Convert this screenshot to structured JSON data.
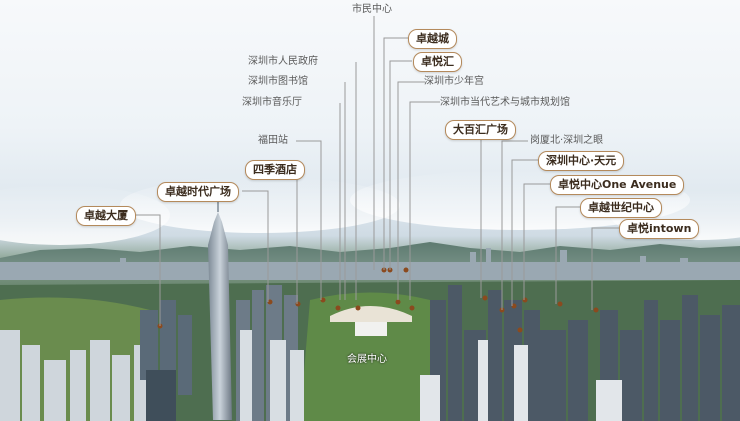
{
  "labels": {
    "civic_center": "市民中心",
    "zhuoyue_city": "卓越城",
    "gov_building": "深圳市人民政府",
    "zhuoyue_hui": "卓悦汇",
    "library": "深圳市图书馆",
    "youth_palace": "深圳市少年宫",
    "concert_hall": "深圳市音乐厅",
    "moca": "深圳市当代艺术与城市规划馆",
    "baibaihui": "大百汇广场",
    "futian_station": "福田站",
    "gangxia_north": "岗厦北·深圳之眼",
    "four_seasons": "四季酒店",
    "sz_center": "深圳中心·天元",
    "zhuoyue_era": "卓越时代广场",
    "one_avenue": "卓悦中心One Avenue",
    "zhuoyue_century": "卓越世纪中心",
    "zhuoyue_tower": "卓越大厦",
    "intown": "卓悦intown",
    "convention": "会展中心"
  },
  "colors": {
    "tag_border": "#b48a5c",
    "tag_text": "#3b2c1e",
    "plain_text": "#5a5a5a",
    "leader_line": "#9a9a9a",
    "marker": "#8b4a1e"
  }
}
